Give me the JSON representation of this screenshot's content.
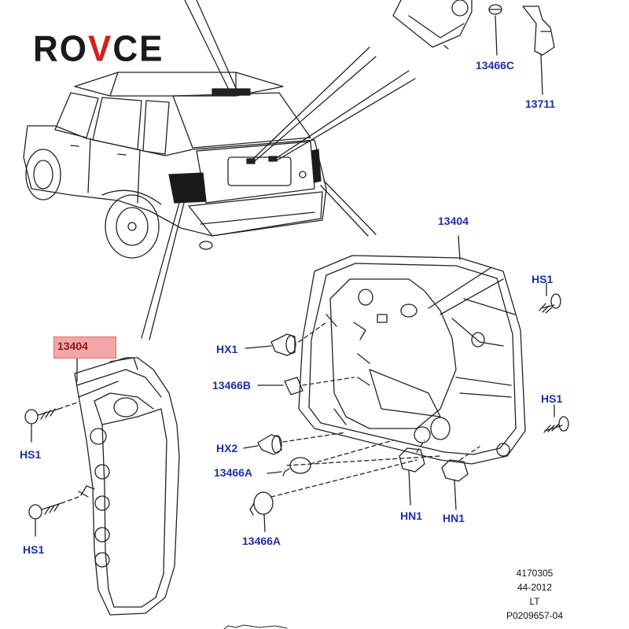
{
  "logo": {
    "text_prefix": "RO",
    "text_v": "V",
    "text_suffix": "CE",
    "accent_color": "#d21f1f"
  },
  "labels": {
    "p13466C": "13466C",
    "p13711": "13711",
    "p13404_main": "13404",
    "p13404_side": "13404",
    "hs1_top_right": "HS1",
    "hx1": "HX1",
    "p13466B": "13466B",
    "hs1_mid_right": "HS1",
    "hx2": "HX2",
    "p13466A_upper": "13466A",
    "hn1_left": "HN1",
    "hn1_right": "HN1",
    "p13466A_lower": "13466A",
    "hs1_left_upper": "HS1",
    "hs1_left_lower": "HS1"
  },
  "reference": {
    "line1": "4170305",
    "line2": "44-2012",
    "line3": "LT",
    "line4": "P0209657-04"
  },
  "colors": {
    "label_blue": "#1c2fa8",
    "highlight": "#f4a5a5",
    "line": "#222222"
  }
}
